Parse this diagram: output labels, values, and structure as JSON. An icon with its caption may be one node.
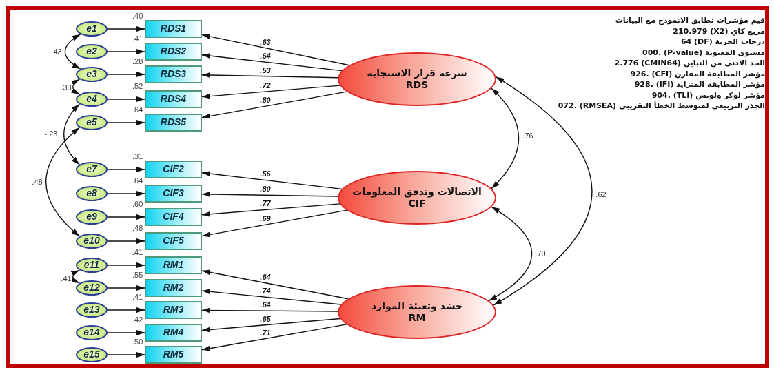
{
  "diagram": {
    "nodes": [
      {
        "text": [
          "e1"
        ]
      },
      {
        "text": [
          "e2"
        ]
      },
      {
        "text": [
          "e3"
        ]
      },
      {
        "text": [
          "e4"
        ]
      },
      {
        "text": [
          "e5"
        ]
      },
      {
        "text": [
          "e7"
        ]
      },
      {
        "text": [
          "e8"
        ]
      },
      {
        "text": [
          "e9"
        ]
      },
      {
        "text": [
          "e10"
        ]
      },
      {
        "text": [
          "e11"
        ]
      },
      {
        "text": [
          "e12"
        ]
      },
      {
        "text": [
          "e13"
        ]
      },
      {
        "text": [
          "e14"
        ]
      },
      {
        "text": [
          "e15"
        ]
      },
      {
        "text": [
          "RDS1"
        ],
        "beside": [
          ".40"
        ]
      },
      {
        "text": [
          "RDS2"
        ],
        "beside": [
          ".41"
        ]
      },
      {
        "text": [
          "RDS3"
        ],
        "beside": [
          ".28"
        ]
      },
      {
        "text": [
          "RDS4"
        ],
        "beside": [
          ".52"
        ]
      },
      {
        "text": [
          "RDS5"
        ],
        "beside": [
          ".64"
        ]
      },
      {
        "text": [
          "CIF2"
        ],
        "beside": [
          ".31"
        ]
      },
      {
        "text": [
          "CIF3"
        ],
        "beside": [
          ".64"
        ]
      },
      {
        "text": [
          "CIF4"
        ],
        "beside": [
          ".60"
        ]
      },
      {
        "text": [
          "CIF5"
        ],
        "beside": [
          ".48"
        ]
      },
      {
        "text": [
          "RM1"
        ],
        "beside": [
          ".41"
        ]
      },
      {
        "text": [
          "RM2"
        ],
        "beside": [
          ".55"
        ]
      },
      {
        "text": [
          "RM3"
        ],
        "beside": [
          ".41"
        ]
      },
      {
        "text": [
          "RM4"
        ],
        "beside": [
          ".42"
        ]
      },
      {
        "text": [
          "RM5"
        ],
        "beside": [
          ".50"
        ]
      },
      {
        "text": [
          "سرعة قرار الاستجابة",
          "RDS"
        ]
      },
      {
        "text": [
          "الاتصالات وتدفق المعلومات",
          "CIF"
        ]
      },
      {
        "text": [
          "حشد وتعبئة الموارد",
          "RM"
        ]
      }
    ],
    "edges": [
      {
        "from": 0,
        "to": 14,
        "arrow": "to"
      },
      {
        "from": 1,
        "to": 15,
        "arrow": "to"
      },
      {
        "from": 2,
        "to": 16,
        "arrow": "to"
      },
      {
        "from": 3,
        "to": 17,
        "arrow": "to"
      },
      {
        "from": 4,
        "to": 18,
        "arrow": "to"
      },
      {
        "from": 5,
        "to": 19,
        "arrow": "to"
      },
      {
        "from": 6,
        "to": 20,
        "arrow": "to"
      },
      {
        "from": 7,
        "to": 21,
        "arrow": "to"
      },
      {
        "from": 8,
        "to": 22,
        "arrow": "to"
      },
      {
        "from": 9,
        "to": 23,
        "arrow": "to"
      },
      {
        "from": 10,
        "to": 24,
        "arrow": "to"
      },
      {
        "from": 11,
        "to": 25,
        "arrow": "to"
      },
      {
        "from": 12,
        "to": 26,
        "arrow": "to"
      },
      {
        "from": 13,
        "to": 27,
        "arrow": "to"
      },
      {
        "from": 28,
        "to": 14,
        "arrow": "to",
        "label": ".63"
      },
      {
        "from": 28,
        "to": 15,
        "arrow": "to",
        "label": ".64"
      },
      {
        "from": 28,
        "to": 16,
        "arrow": "to",
        "label": ".53"
      },
      {
        "from": 28,
        "to": 17,
        "arrow": "to",
        "label": ".72"
      },
      {
        "from": 28,
        "to": 18,
        "arrow": "to",
        "label": ".80"
      },
      {
        "from": 29,
        "to": 19,
        "arrow": "to",
        "label": ".56"
      },
      {
        "from": 29,
        "to": 20,
        "arrow": "to",
        "label": ".80"
      },
      {
        "from": 29,
        "to": 21,
        "arrow": "to",
        "label": ".77"
      },
      {
        "from": 29,
        "to": 22,
        "arrow": "to",
        "label": ".69"
      },
      {
        "from": 30,
        "to": 23,
        "arrow": "to",
        "label": ".64"
      },
      {
        "from": 30,
        "to": 24,
        "arrow": "to",
        "label": ".74"
      },
      {
        "from": 30,
        "to": 25,
        "arrow": "to",
        "label": ".64"
      },
      {
        "from": 30,
        "to": 26,
        "arrow": "to",
        "label": ".65"
      },
      {
        "from": 30,
        "to": 27,
        "arrow": "to",
        "label": ".71"
      },
      {
        "from": 0,
        "to": 2,
        "arrow": "both",
        "label": ".43"
      },
      {
        "from": 2,
        "to": 3,
        "arrow": "both",
        "label": ".33"
      },
      {
        "from": 3,
        "to": 5,
        "arrow": "both",
        "label": "-.23"
      },
      {
        "from": 4,
        "to": 8,
        "arrow": "both",
        "label": ".48"
      },
      {
        "from": 9,
        "to": 10,
        "arrow": "both",
        "label": ".41"
      },
      {
        "from": 28,
        "to": 29,
        "arrow": "both",
        "label": ".76"
      },
      {
        "from": 28,
        "to": 30,
        "arrow": "both",
        "label": ".62"
      },
      {
        "from": 29,
        "to": 30,
        "arrow": "both",
        "label": ".79"
      }
    ],
    "labels": [
      "قيم مؤشرات تطابق الانموذج مع البيانات",
      "مربع كاي (X2) 210.979",
      "درجات الحرية (DF) 64",
      "مستوى المعنوية (P-value) .000",
      "الحد الادنى من التباين (CMIN64) 2.776",
      "مؤشر المطابقة المقارن (CFI) .926",
      "مؤشر المطابقة المتزايد (IFI) .928",
      "مؤشر لوكر ولويس (TLI) .904",
      "الجذر التربيعي لمتوسط الخطأ التقريبي (RMSEA) .072"
    ]
  }
}
